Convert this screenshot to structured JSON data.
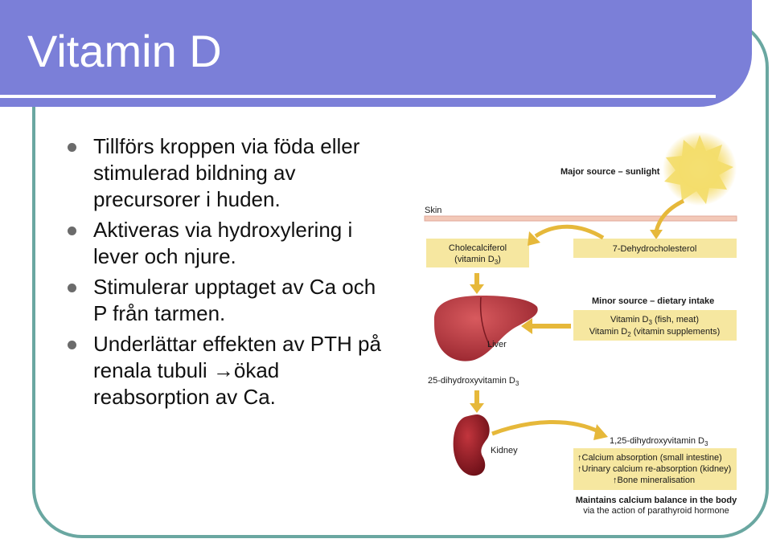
{
  "slide": {
    "title": "Vitamin D",
    "bullets": [
      "Tillförs kroppen via föda eller stimulerad bildning av precursorer i huden.",
      "Aktiveras via hydroxylering i lever och njure.",
      "Stimulerar upptaget av Ca och P från tarmen.",
      "Underlättar effekten av PTH på renala tubuli →ökad reabsorption av Ca."
    ]
  },
  "diagram": {
    "major_source": "Major source – sunlight",
    "skin": "Skin",
    "cholecalciferol_line1": "Cholecalciferol",
    "cholecalciferol_line2": "(vitamin D",
    "cholecalciferol_sub": "3",
    "cholecalciferol_end": ")",
    "dehydrocholesterol": "7-Dehydrocholesterol",
    "minor_source": "Minor source – dietary intake",
    "vitd3_a": "Vitamin D",
    "vitd3_sub": "3",
    "vitd3_b": " (fish, meat)",
    "vitd2_a": "Vitamin D",
    "vitd2_sub": "2",
    "vitd2_b": " (vitamin supplements)",
    "liver": "Liver",
    "hydroxy25_a": "25-dihydroxyvitamin D",
    "hydroxy25_sub": "3",
    "kidney": "Kidney",
    "hydroxy125_a": "1,25-dihydroxyvitamin D",
    "hydroxy125_sub": "3",
    "effect1": "Calcium absorption (small intestine)",
    "effect2": "Urinary calcium re-absorption (kidney)",
    "effect3": "Bone mineralisation",
    "maintains": "Maintains calcium balance in the body",
    "via": "via the action of parathyroid hormone"
  },
  "colors": {
    "title_bar": "#7b7fd8",
    "frame": "#6aa7a1",
    "box_fill": "#f6e7a0",
    "arrow": "#e6b83a",
    "liver": "#b5303a",
    "kidney": "#8c1a22"
  }
}
